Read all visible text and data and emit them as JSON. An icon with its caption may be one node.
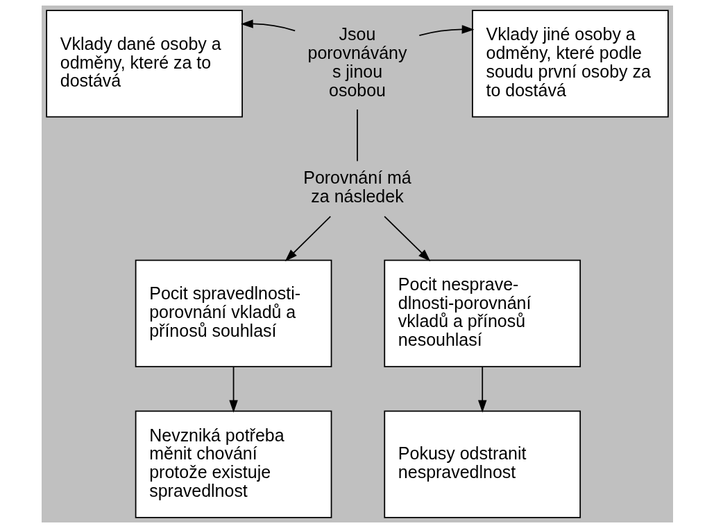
{
  "diagram": {
    "nodes": [
      {
        "text": [
          "Vklady dané osoby a odměny, které za to dostává"
        ]
      },
      {
        "text": [
          "Jsou porovnávány s jinou osobou"
        ]
      },
      {
        "text": [
          "Vklady jiné osoby a odměny, které podle soudu první osoby za to dostává"
        ]
      },
      {
        "text": [
          "Porovnání má za následek"
        ]
      },
      {
        "text": [
          "Pocit spravedlnosti- porovnání vkladů a přínosů souhlasí"
        ]
      },
      {
        "text": [
          "Pocit nesprave- dlnosti-porovnání vkladů a přínosů nesouhlasí"
        ]
      },
      {
        "text": [
          "Nevzniká potřeba měnit chování protože existuje spravedlnost"
        ]
      },
      {
        "text": [
          "Pokusy odstranit nespravedlnost"
        ]
      }
    ],
    "edges": [
      {
        "from": 1,
        "to": 0,
        "arrow": "to"
      },
      {
        "from": 1,
        "to": 2,
        "arrow": "to"
      },
      {
        "from": 1,
        "to": 3,
        "arrow": "none"
      },
      {
        "from": 3,
        "to": 4,
        "arrow": "to"
      },
      {
        "from": 3,
        "to": 5,
        "arrow": "to"
      },
      {
        "from": 4,
        "to": 6,
        "arrow": "to"
      },
      {
        "from": 5,
        "to": 7,
        "arrow": "to"
      }
    ]
  }
}
